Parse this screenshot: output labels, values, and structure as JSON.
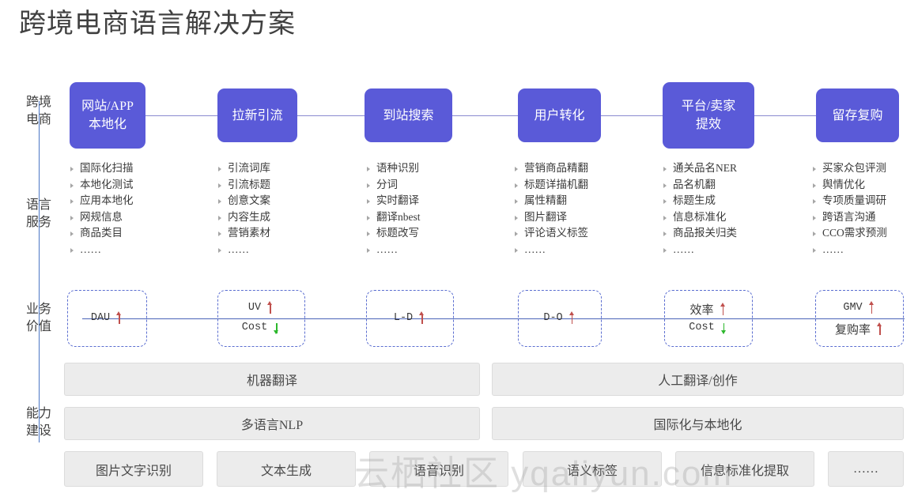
{
  "title": "跨境电商语言解决方案",
  "watermark": "云栖社区 yqaliyun.com",
  "colors": {
    "stage_fill": "#5a5ad8",
    "axis_line": "#4a76c4",
    "value_box_border": "#5b6ed0",
    "arrow_up": "#c0504d",
    "arrow_down": "#2db82d",
    "capability_fill": "#ececec"
  },
  "axis_labels": [
    {
      "line1": "跨境",
      "line2": "电商"
    },
    {
      "line1": "语言",
      "line2": "服务"
    },
    {
      "line1": "业务",
      "line2": "价值"
    },
    {
      "line1": "能力",
      "line2": "建设"
    }
  ],
  "stages": [
    {
      "line1": "网站/APP",
      "line2": "本地化"
    },
    {
      "line1": "拉新引流",
      "line2": ""
    },
    {
      "line1": "到站搜索",
      "line2": ""
    },
    {
      "line1": "用户转化",
      "line2": ""
    },
    {
      "line1": "平台/卖家",
      "line2": "提效"
    },
    {
      "line1": "留存复购",
      "line2": ""
    }
  ],
  "services": [
    {
      "items": [
        "国际化扫描",
        "本地化测试",
        "应用本地化",
        "网规信息",
        "商品类目",
        "……"
      ]
    },
    {
      "items": [
        "引流词库",
        "引流标题",
        "创意文案",
        "内容生成",
        "营销素材",
        "……"
      ]
    },
    {
      "items": [
        "语种识别",
        "分词",
        "实时翻译",
        "翻译nbest",
        "标题改写",
        "……"
      ]
    },
    {
      "items": [
        "营销商品精翻",
        "标题详描机翻",
        "属性精翻",
        "图片翻译",
        "评论语义标签",
        "……"
      ]
    },
    {
      "items": [
        "通关品名NER",
        "品名机翻",
        "标题生成",
        "信息标准化",
        "商品报关归类",
        "……"
      ]
    },
    {
      "items": [
        "买家众包评测",
        "舆情优化",
        "专项质量调研",
        "跨语言沟通",
        "CCO需求预测",
        "……"
      ]
    }
  ],
  "values": [
    {
      "rows": [
        {
          "label": "DAU",
          "script": "latin",
          "arrow": "up"
        }
      ]
    },
    {
      "rows": [
        {
          "label": "UV",
          "script": "latin",
          "arrow": "up"
        },
        {
          "label": "Cost",
          "script": "latin",
          "arrow": "down"
        }
      ]
    },
    {
      "rows": [
        {
          "label": "L-D",
          "script": "latin",
          "arrow": "up"
        }
      ]
    },
    {
      "rows": [
        {
          "label": "D-O",
          "script": "latin",
          "arrow": "up"
        }
      ]
    },
    {
      "rows": [
        {
          "label": "效率",
          "script": "cn",
          "arrow": "up"
        },
        {
          "label": "Cost",
          "script": "latin",
          "arrow": "down"
        }
      ]
    },
    {
      "rows": [
        {
          "label": "GMV",
          "script": "latin",
          "arrow": "up"
        },
        {
          "label": "复购率",
          "script": "cn",
          "arrow": "up"
        }
      ]
    }
  ],
  "capabilities": {
    "row1": [
      {
        "label": "机器翻译"
      },
      {
        "label": "人工翻译/创作"
      }
    ],
    "row2": [
      {
        "label": "多语言NLP"
      },
      {
        "label": "国际化与本地化"
      }
    ],
    "row3": [
      {
        "label": "图片文字识别"
      },
      {
        "label": "文本生成"
      },
      {
        "label": "语音识别"
      },
      {
        "label": "语义标签"
      },
      {
        "label": "信息标准化提取"
      },
      {
        "label": "……"
      }
    ]
  }
}
